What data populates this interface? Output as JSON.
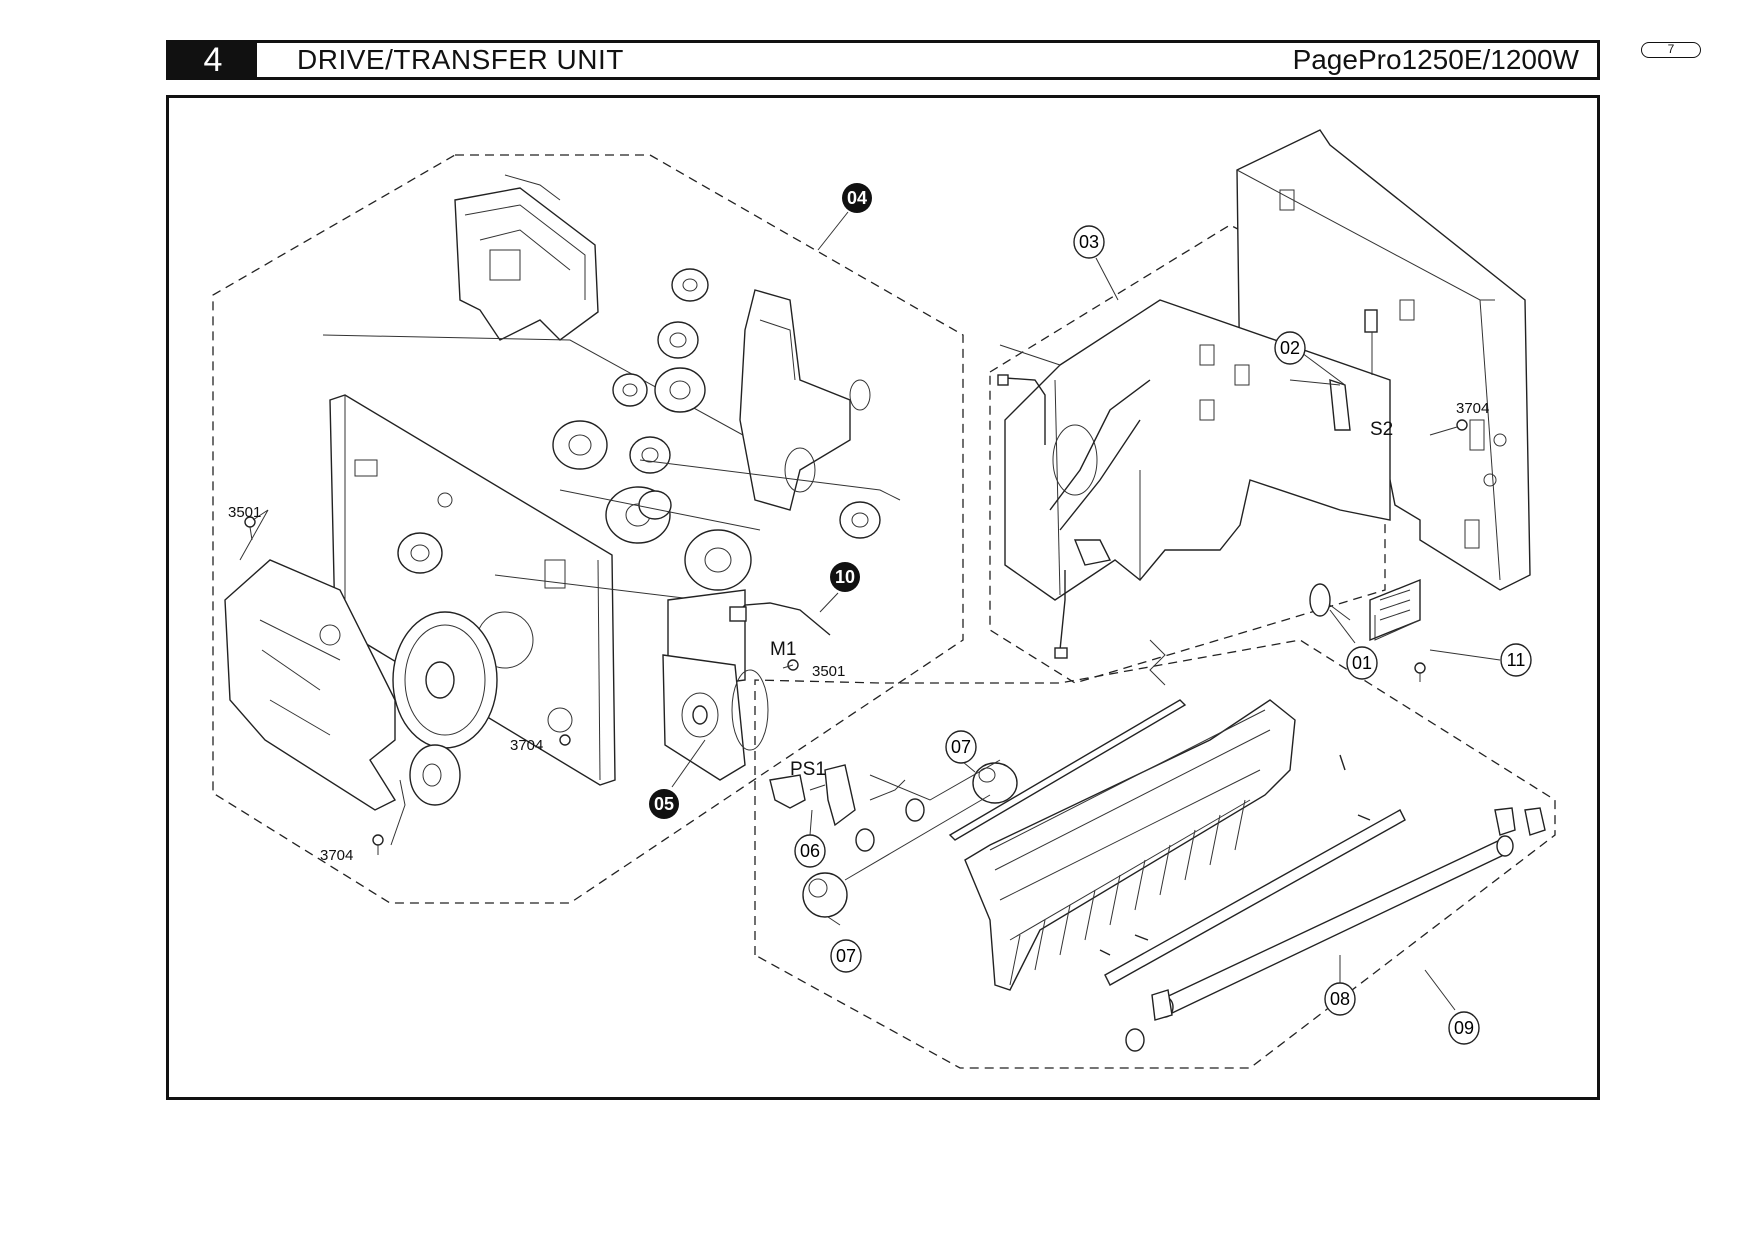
{
  "header": {
    "section_number": "4",
    "section_title": "DRIVE/TRANSFER UNIT",
    "model": "PagePro1250E/1200W"
  },
  "page_number": "7",
  "callouts": {
    "c01": "01",
    "c02": "02",
    "c03": "03",
    "c04": "04",
    "c05": "05",
    "c06": "06",
    "c07a": "07",
    "c07b": "07",
    "c08": "08",
    "c09": "09",
    "c10": "10",
    "c11": "11"
  },
  "labels": {
    "screw_3501_a": "3501",
    "screw_3501_b": "3501",
    "screw_3704_a": "3704",
    "screw_3704_b": "3704",
    "screw_3704_c": "3704",
    "motor_m1": "M1",
    "sensor_ps1": "PS1",
    "switch_s2": "S2"
  }
}
